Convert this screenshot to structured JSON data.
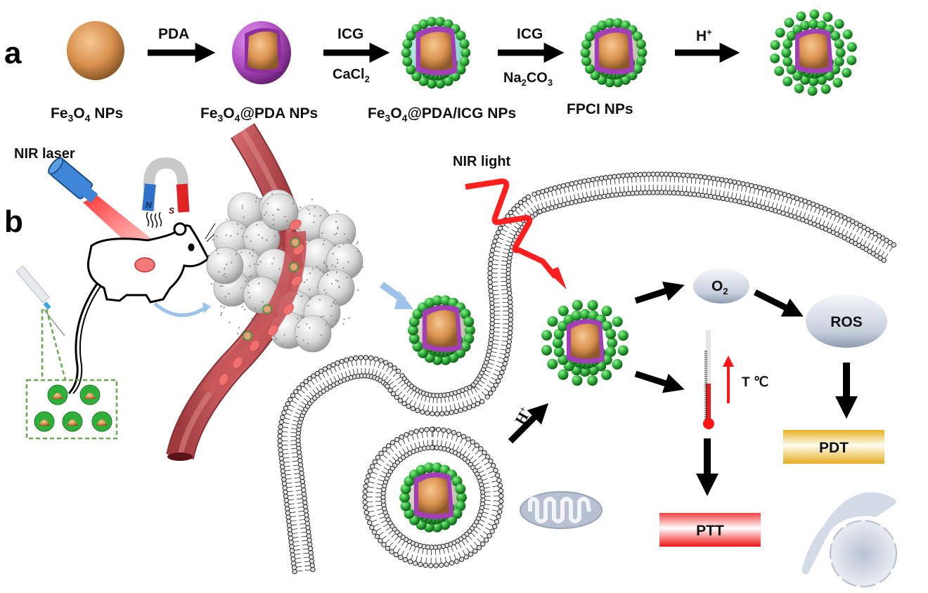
{
  "panels": {
    "a": "a",
    "b": "b"
  },
  "panel_a": {
    "stages": [
      {
        "label_main": "Fe",
        "sub1": "3",
        "mid": "O",
        "sub2": "4",
        "tail": " NPs",
        "type": "bare-core"
      },
      {
        "label_main": "Fe",
        "sub1": "3",
        "mid": "O",
        "sub2": "4",
        "tail": "@PDA NPs",
        "type": "pda-coated"
      },
      {
        "label_main": "Fe",
        "sub1": "3",
        "mid": "O",
        "sub2": "4",
        "tail": "@PDA/ICG NPs",
        "type": "icg-loaded"
      },
      {
        "label_main": "FPCI NPs",
        "type": "fpci"
      },
      {
        "label_main": "",
        "type": "released"
      }
    ],
    "arrows": [
      {
        "top": "PDA",
        "bottom": ""
      },
      {
        "top": "ICG",
        "bottom_main": "CaCl",
        "bottom_sub": "2"
      },
      {
        "top": "ICG",
        "bottom_main": "Na",
        "bottom_sub": "2",
        "bottom_mid": "CO",
        "bottom_sub2": "3"
      },
      {
        "top": "H",
        "top_sup": "+"
      }
    ]
  },
  "panel_b": {
    "nir_laser_label": "NIR laser",
    "magnet": {
      "north": "N",
      "south": "S"
    },
    "nir_light_label": "NIR light",
    "h_plus": {
      "main": "H",
      "sup": "+"
    },
    "o2": {
      "main": "O",
      "sub": "2"
    },
    "ros_label": "ROS",
    "temp_label": "T ℃",
    "ptt_label": "PTT",
    "pdt_label": "PDT"
  },
  "colors": {
    "core": "#d9914f",
    "pda": "#b34fc4",
    "icg": "#2fae3a",
    "vessel": "#c7555a",
    "laser_beam": "#ff2a2a",
    "laser_body": "#3f86d6",
    "magnet_north": "#2f72c9",
    "magnet_south": "#e02424",
    "ptt_red": "#f02020",
    "pdt_gold": "#e6b73a",
    "blue_arrow": "#9ec3ea"
  }
}
